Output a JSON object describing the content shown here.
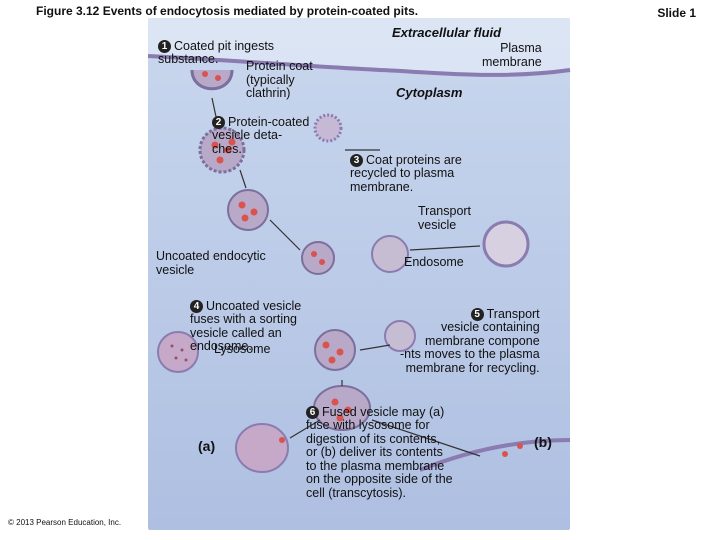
{
  "title": "Figure 3.12  Events of endocytosis mediated by protein-coated pits.",
  "slide_label": "Slide 1",
  "regions": {
    "extracellular": "Extracellular fluid",
    "plasma_membrane": "Plasma\nmembrane",
    "cytoplasm": "Cytoplasm"
  },
  "steps": {
    "s1": {
      "num": "1",
      "text": "Coated pit ingests\nsubstance."
    },
    "protein_coat": "Protein coat\n(typically\nclathrin)",
    "s2": {
      "num": "2",
      "text": "Protein-coated\nvesicle deta-\nches."
    },
    "s3": {
      "num": "3",
      "text": "Coat proteins are\nrecycled to plasma\nmembrane."
    },
    "transport_vesicle": "Transport\nvesicle",
    "uncoated_vesicle": "Uncoated endocytic\nvesicle",
    "endosome": "Endosome",
    "s4": {
      "num": "4",
      "text": "Uncoated vesicle\nfuses with a sorting\nvesicle called an\nendosome."
    },
    "lysosome": "Lysosome",
    "s5": {
      "num": "5",
      "text": "Transport\nvesicle containing\nmembrane compone\n-nts moves to the plasma\nmembrane for recycling."
    },
    "s6": {
      "num": "6",
      "text": "Fused vesicle may (a)\nfuse with lysosome for\ndigestion of its contents,\nor (b) deliver its contents\nto the plasma membrane\non the opposite side of the\ncell (transcytosis)."
    },
    "a": "(a)",
    "b": "(b)"
  },
  "copyright": "© 2013 Pearson Education, Inc.",
  "colors": {
    "panel": "#b9c8e6",
    "membrane": "#7c6f9c",
    "vesicle": "#b8a9c9",
    "cargo": "#d9534f"
  }
}
